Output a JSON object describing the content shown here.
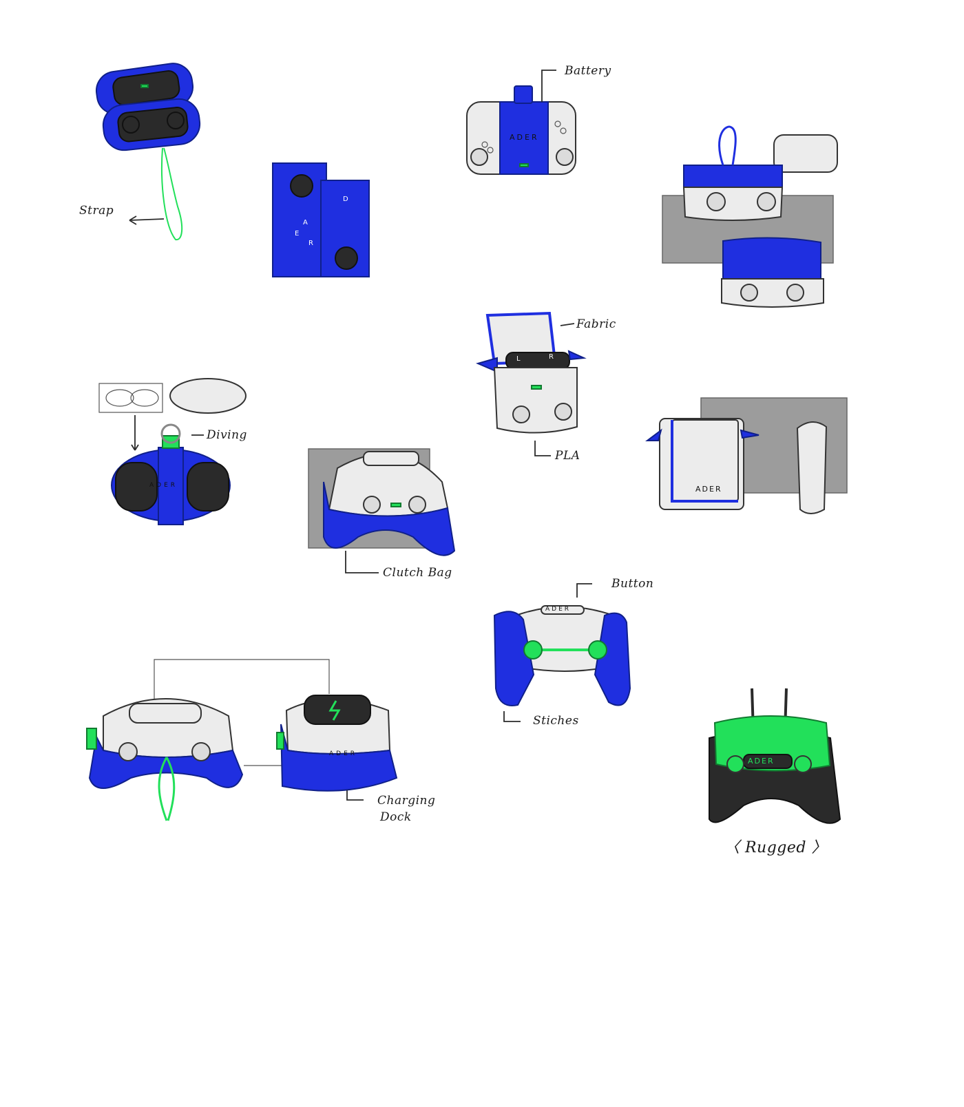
{
  "colors": {
    "blue": "#1f2fe0",
    "blue_dark": "#1320a8",
    "green": "#22e05a",
    "black": "#262626",
    "grey_panel": "#9c9c9c",
    "light_grey": "#ececec",
    "line": "#2a2a2a"
  },
  "brand": "ADER",
  "labels": {
    "strap": "Strap",
    "battery": "Battery",
    "fabric": "Fabric",
    "pla": "PLA",
    "diving": "Diving",
    "clutch_bag": "Clutch Bag",
    "button": "Button",
    "stiches": "Stiches",
    "charging_dock_line1": "Charging",
    "charging_dock_line2": "Dock",
    "rugged": "〈 Rugged 〉"
  },
  "button_letters": [
    "A",
    "D",
    "E",
    "R"
  ],
  "tab_letters": [
    "L",
    "R"
  ]
}
